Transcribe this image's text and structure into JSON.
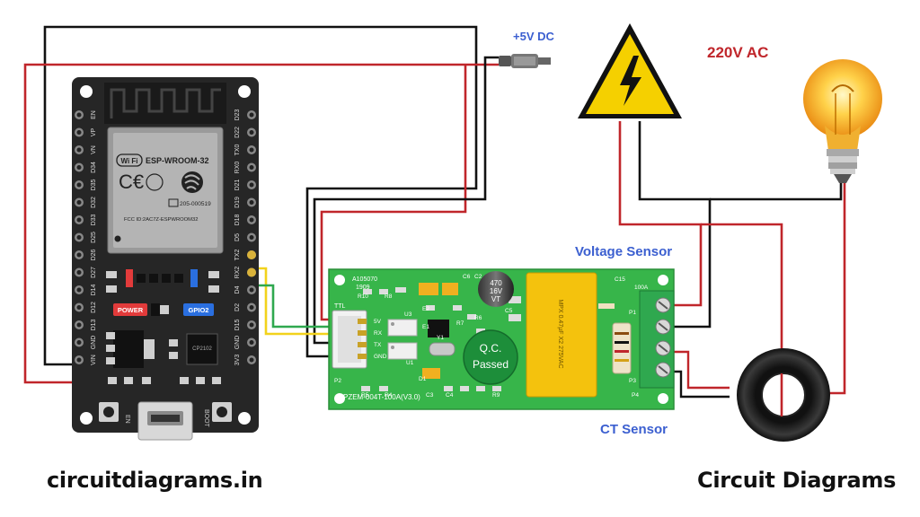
{
  "labels": {
    "dc_supply": "+5V DC",
    "ac_supply": "220V AC",
    "voltage_sensor": "Voltage Sensor",
    "ct_sensor": "CT Sensor"
  },
  "esp32": {
    "module_name": "ESP-WROOM-32",
    "wifi_badge": "Wi Fi",
    "fcc_id": "FCC ID:2AC7Z-ESPWROOM32",
    "cert_code": "205-000519",
    "left_pins": [
      "EN",
      "VP",
      "VN",
      "D34",
      "D35",
      "D32",
      "D33",
      "D25",
      "D26",
      "D27",
      "D14",
      "D12",
      "D13",
      "GND",
      "VIN"
    ],
    "right_pins": [
      "D23",
      "D22",
      "TX0",
      "RX0",
      "D21",
      "D19",
      "D18",
      "D5",
      "TX2",
      "RX2",
      "D4",
      "D2",
      "D15",
      "GND",
      "3V3"
    ],
    "power_label": "POWER",
    "gpio_label": "GPIO2",
    "chip_label": "CP2102",
    "en_button": "EN",
    "boot_button": "BOOT"
  },
  "pzem": {
    "code_top": "A105070",
    "code_year": "1909",
    "model": "PZEM-004T-100A(V3.0)",
    "ttl_label": "TTL",
    "ttl_pins": [
      "5V",
      "RX",
      "TX",
      "GND"
    ],
    "capacitor_text": [
      "470",
      "16V",
      "VT"
    ],
    "qc_text": [
      "Q.C.",
      "Passed"
    ],
    "terminal_label": "100A",
    "component_labels": [
      "R10",
      "R8",
      "C2",
      "E2",
      "C6",
      "U3",
      "U1",
      "R7",
      "R6",
      "C5",
      "R5",
      "R4",
      "C3",
      "C4",
      "Y1",
      "R9",
      "D1",
      "C15",
      "P1",
      "P2",
      "P3",
      "P4",
      "E1"
    ]
  },
  "footer": {
    "left": "circuitdiagrams.in",
    "right": "Circuit Diagrams"
  },
  "colors": {
    "wire_black": "#111111",
    "wire_red": "#c0262b",
    "wire_yellow": "#f2d21b",
    "wire_green": "#2fa84f",
    "pcb_green": "#37b54a",
    "board_black": "#262626",
    "label_blue": "#3b5fd0",
    "label_red": "#c0262b",
    "warning_yellow": "#f5d000"
  }
}
